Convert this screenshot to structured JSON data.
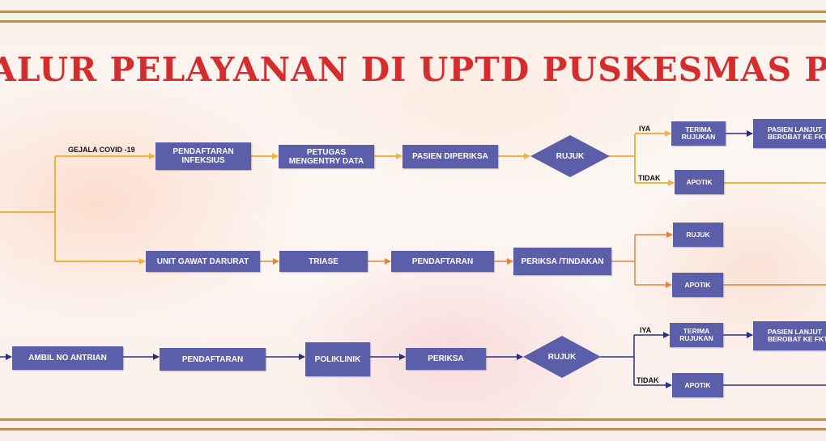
{
  "title": "ALUR PELAYANAN DI UPTD PUSKESMAS PEKAN HERAN",
  "colors": {
    "box": "#5b5ea8",
    "line_orange": "#f0b43c",
    "line_dark_orange": "#e8823a",
    "line_navy": "#2a2f86",
    "title": "#d42d2d",
    "rule": "#c8912e"
  },
  "labels": {
    "gejala": "GEJALA COVID -19",
    "iya_top": "IYA",
    "tidak_top": "TIDAK",
    "iya_bottom": "IYA",
    "tidak_bottom": "TIDAK"
  },
  "row1": {
    "pendaftaran_infeksius": "PENDAFTARAN\nINFEKSIUS",
    "petugas": "PETUGAS\nMENGENTRY DATA",
    "pasien_diperiksa": "PASIEN DIPERIKSA",
    "rujuk": "RUJUK",
    "terima_rujukan": "TERIMA\nRUJUKAN",
    "pasien_lanjut": "PASIEN LANJUT\nBEROBAT KE FKTL",
    "apotik": "APOTIK"
  },
  "row2": {
    "ugd": "UNIT GAWAT DARURAT",
    "triase": "TRIASE",
    "pendaftaran": "PENDAFTARAN",
    "periksa_tindakan": "PERIKSA /TINDAKAN",
    "rujuk": "RUJUK",
    "apotik": "APOTIK"
  },
  "row3": {
    "ambil_antrian": "AMBIL NO ANTRIAN",
    "pendaftaran": "PENDAFTARAN",
    "poliklinik": "POLIKLINIK",
    "periksa": "PERIKSA",
    "rujuk": "RUJUK",
    "terima_rujukan": "TERIMA\nRUJUKAN",
    "pasien_lanjut": "PASIEN LANJUT\nBEROBAT KE FKTL",
    "apotik": "APOTIK"
  }
}
